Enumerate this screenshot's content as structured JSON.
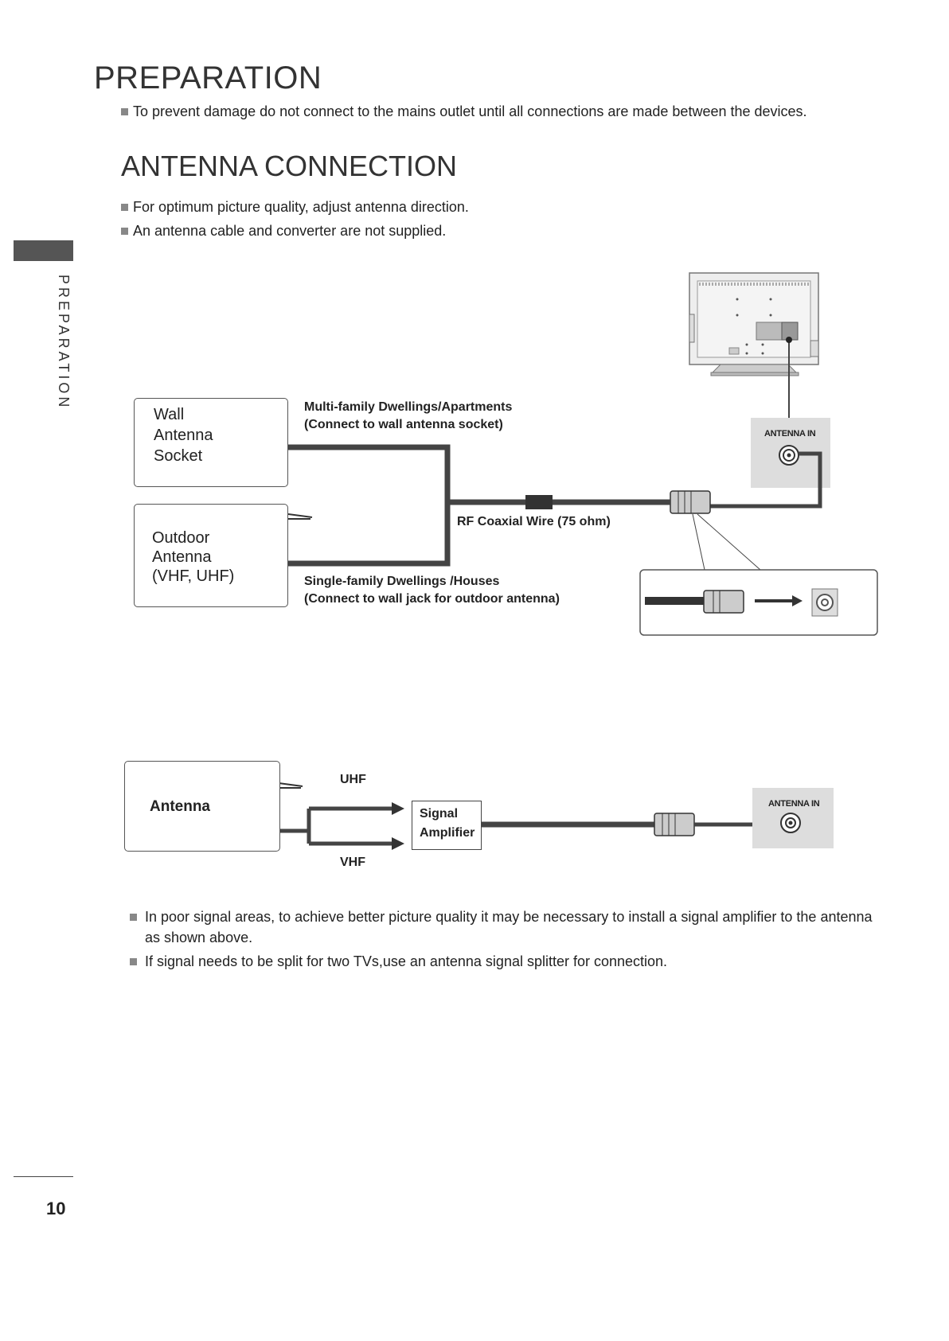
{
  "header": {
    "title": "PREPARATION",
    "warning": "To prevent damage do not connect to the mains outlet until all connections are made between the devices."
  },
  "section": {
    "title": "ANTENNA CONNECTION",
    "bullets": [
      "For optimum picture quality, adjust antenna direction.",
      "An antenna cable and converter are not supplied."
    ]
  },
  "sidebar": {
    "label": "PREPARATION"
  },
  "diagram1": {
    "wall_socket_label": [
      "Wall",
      "Antenna",
      "Socket"
    ],
    "outdoor_antenna_label": [
      "Outdoor",
      "Antenna",
      "(VHF, UHF)"
    ],
    "multi_family": [
      "Multi-family Dwellings/Apartments",
      "(Connect to wall antenna socket)"
    ],
    "single_family": [
      "Single-family Dwellings /Houses",
      "(Connect to wall jack for outdoor antenna)"
    ],
    "coax_label": "RF Coaxial Wire (75 ohm)",
    "port_label": "ANTENNA IN"
  },
  "diagram2": {
    "antenna_label": "Antenna",
    "uhf": "UHF",
    "vhf": "VHF",
    "amplifier_label": [
      "Signal",
      "Amplifier"
    ],
    "port_label": "ANTENNA IN"
  },
  "notes": [
    "In poor signal areas, to achieve better picture quality it may be necessary to install a signal amplifier to the antenna as shown above.",
    "If signal needs to be split for two TVs,use an antenna signal splitter for connection."
  ],
  "footer": {
    "page_number": "10"
  }
}
